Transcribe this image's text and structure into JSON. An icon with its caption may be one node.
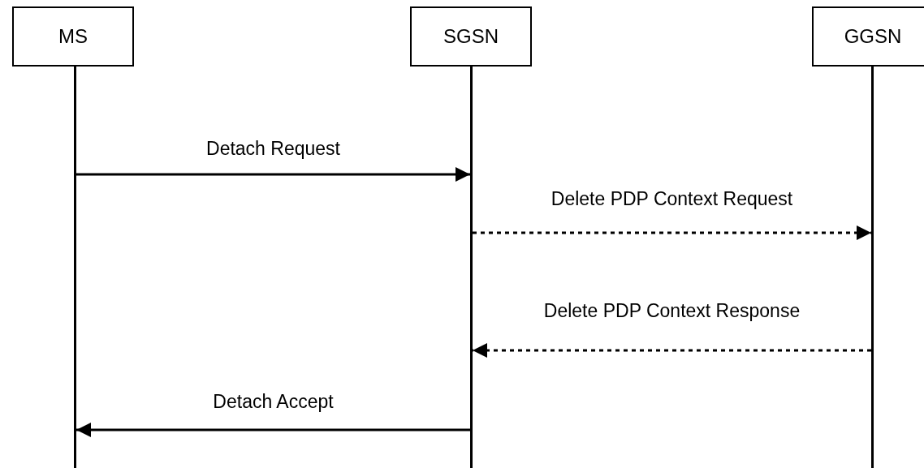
{
  "diagram": {
    "nodes": [
      {
        "text": [
          "MS"
        ]
      },
      {
        "text": [
          "SGSN"
        ]
      },
      {
        "text": [
          "GGSN"
        ]
      },
      {
        "text": [],
        "shape": "bar"
      },
      {
        "text": [],
        "shape": "bar"
      },
      {
        "text": [],
        "shape": "bar"
      }
    ],
    "edges": [
      {
        "from": 3,
        "to": 4,
        "arrow": "to",
        "label": "Detach Request"
      },
      {
        "from": 4,
        "to": 5,
        "arrow": "to",
        "label": "Delete PDP Context Request",
        "style": "dashed"
      },
      {
        "from": 5,
        "to": 4,
        "arrow": "to",
        "label": "Delete PDP Context Response",
        "style": "dashed"
      },
      {
        "from": 4,
        "to": 3,
        "arrow": "to",
        "label": "Detach Accept"
      }
    ]
  }
}
